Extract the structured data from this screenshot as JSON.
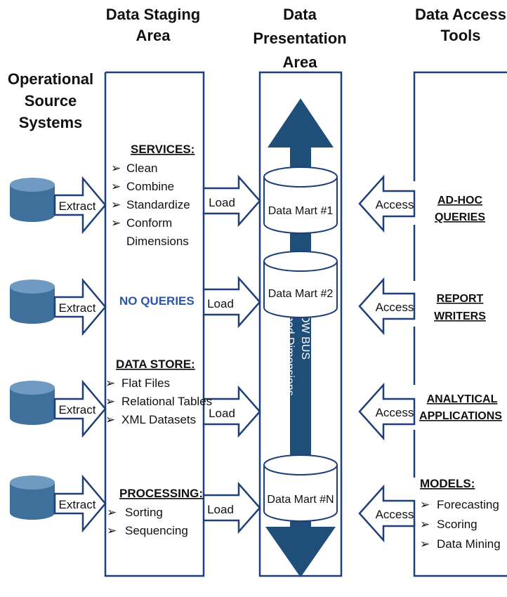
{
  "headers": {
    "sources": [
      "Operational",
      "Source",
      "Systems"
    ],
    "staging": [
      "Data Staging",
      "Area"
    ],
    "presentation": [
      "Data",
      "Presentation",
      "Area"
    ],
    "access": [
      "Data  Access",
      "Tools"
    ]
  },
  "extract_label": "Extract",
  "load_label": "Load",
  "access_label": "Access",
  "staging": {
    "services": {
      "title": "SERVICES",
      "suffix": ":",
      "items": [
        "Clean",
        "Combine",
        "Standardize",
        "Conform",
        "Dimensions"
      ]
    },
    "no_queries": "NO QUERIES",
    "data_store": {
      "title": "DATA STORE:",
      "items": [
        "Flat Files",
        "Relational Tables",
        "XML Datasets"
      ]
    },
    "processing": {
      "title": "PROCESSING",
      "suffix": ":",
      "items": [
        "Sorting",
        "Sequencing"
      ]
    }
  },
  "marts": [
    "Data Mart #1",
    "Data Mart #2",
    "Data Mart #N"
  ],
  "bus": {
    "line1": "DW BUS",
    "line2": "Conformed Dimensions"
  },
  "tools": {
    "adhoc": [
      "AD-HOC",
      "QUERIES"
    ],
    "report": [
      "REPORT",
      "WRITERS"
    ],
    "analytical": [
      "ANALYTICAL",
      "APPLICATIONS"
    ],
    "models": {
      "title": "MODELS:",
      "items": [
        "Forecasting",
        "Scoring",
        "Data Mining"
      ]
    }
  },
  "bullet": "➢",
  "colors": {
    "accent": "#1f3f78",
    "bus_fill": "#1f4e79",
    "cylinder": "#3f6f9b",
    "no_queries": "#2b56a8"
  }
}
